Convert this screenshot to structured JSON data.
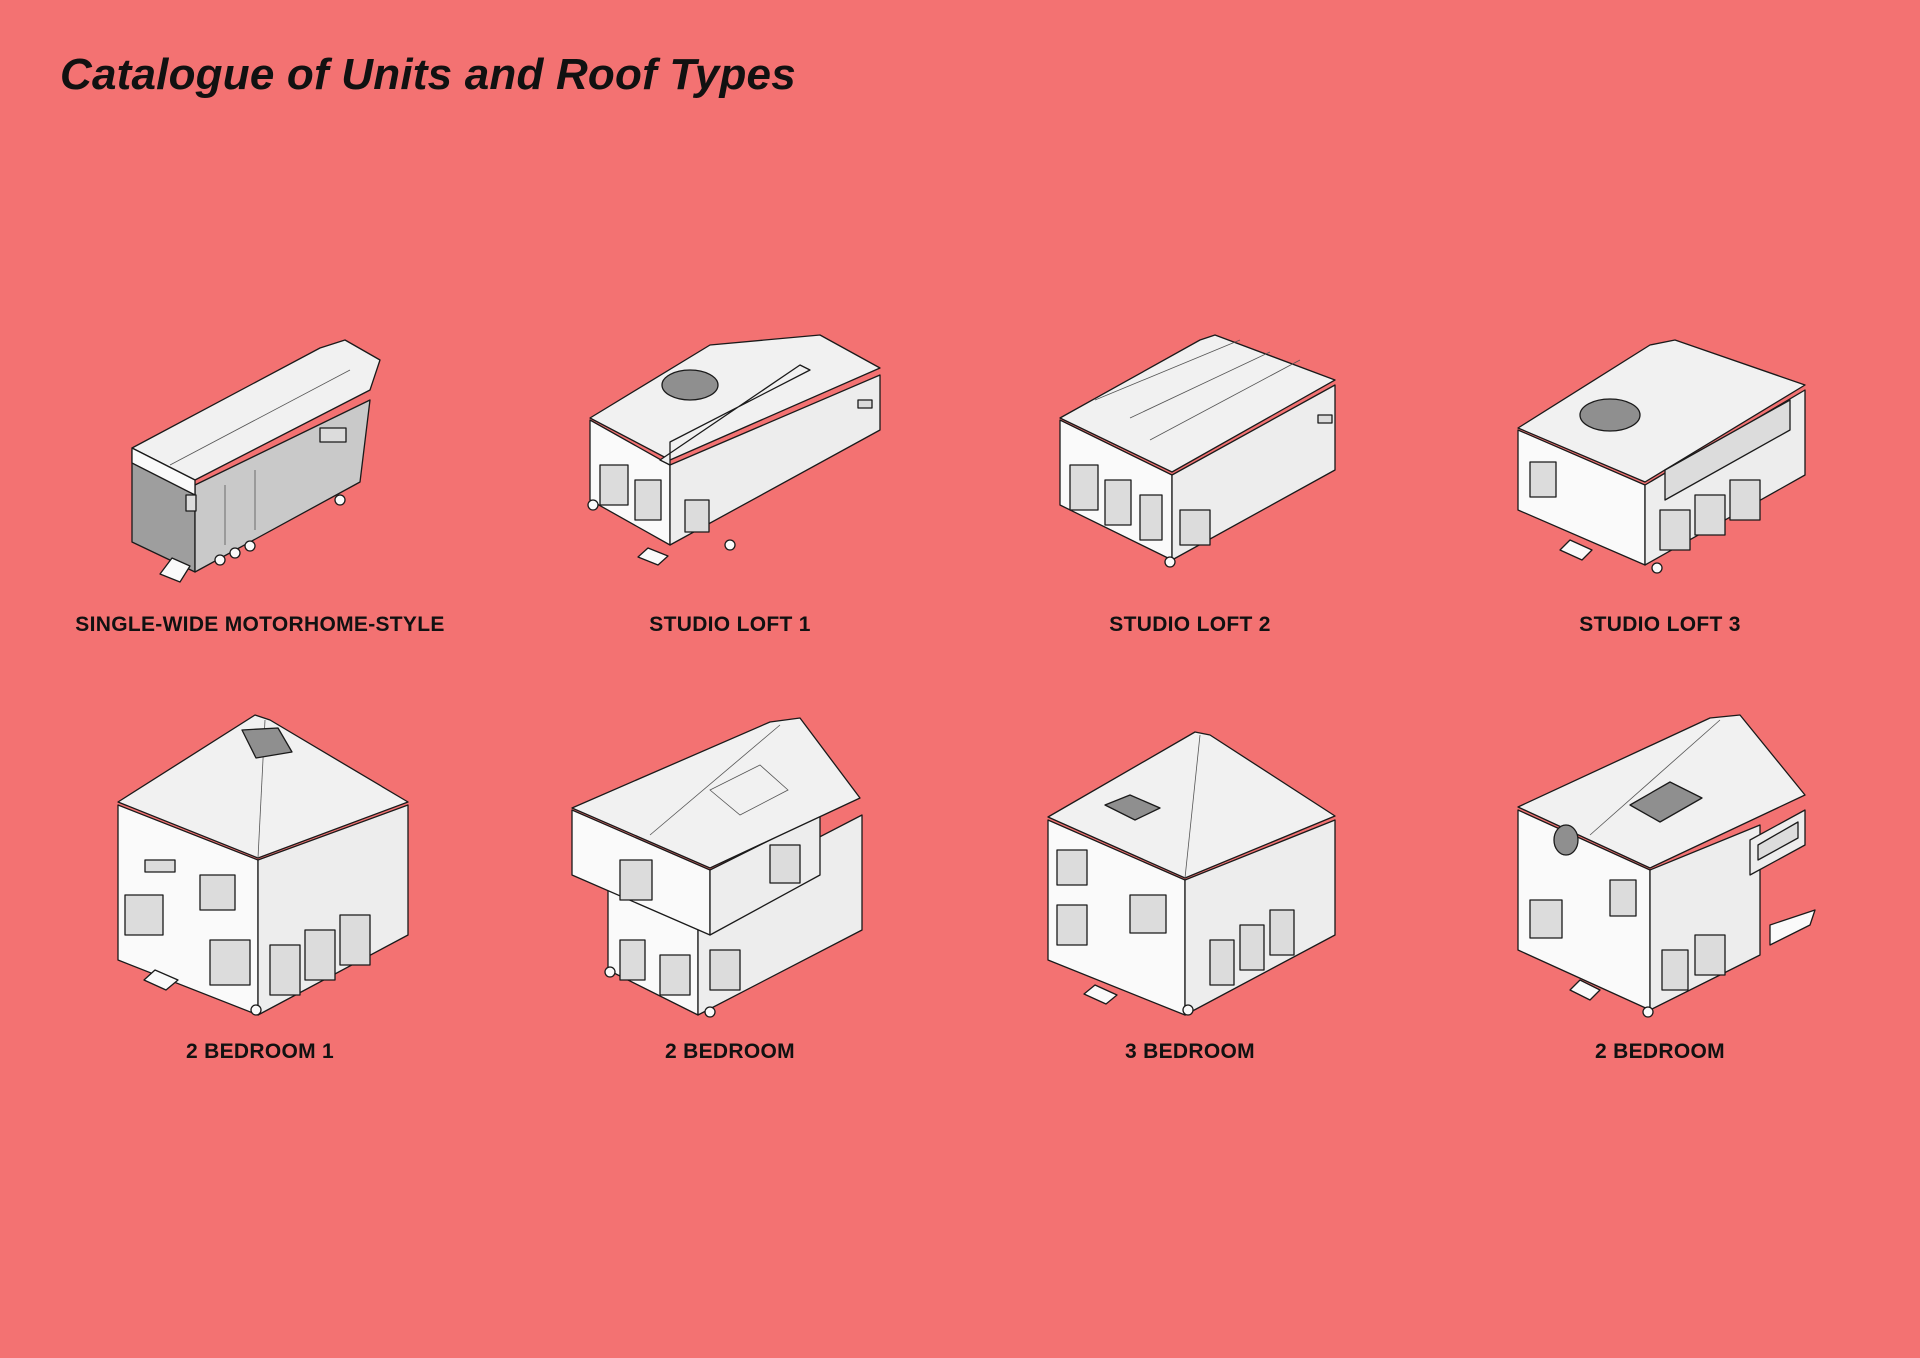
{
  "page": {
    "title": "Catalogue of Units and Roof Types",
    "background_color": "#F37272"
  },
  "units": [
    {
      "label": "SINGLE-WIDE MOTORHOME-STYLE",
      "icon": "motorhome-unit-icon"
    },
    {
      "label": "STUDIO LOFT 1",
      "icon": "studio-loft-1-icon"
    },
    {
      "label": "STUDIO LOFT 2",
      "icon": "studio-loft-2-icon"
    },
    {
      "label": "STUDIO LOFT 3",
      "icon": "studio-loft-3-icon"
    },
    {
      "label": "2 BEDROOM 1",
      "icon": "two-bedroom-1-icon"
    },
    {
      "label": "2 BEDROOM",
      "icon": "two-bedroom-gable-icon"
    },
    {
      "label": "3 BEDROOM",
      "icon": "three-bedroom-icon"
    },
    {
      "label": "2 BEDROOM",
      "icon": "two-bedroom-balcony-icon"
    }
  ]
}
